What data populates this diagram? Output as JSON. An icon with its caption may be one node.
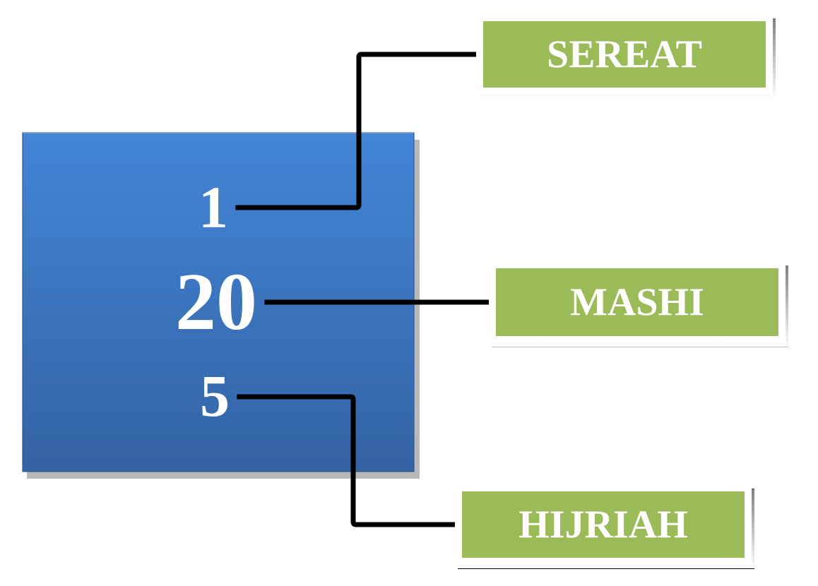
{
  "diagram": {
    "nodes": [
      {
        "text": [],
        "shape": "box"
      },
      {
        "text": [
          "1"
        ],
        "in": 0
      },
      {
        "text": [
          "20"
        ],
        "in": 0
      },
      {
        "text": [
          "5"
        ],
        "in": 0
      },
      {
        "text": [
          "SEREAT"
        ]
      },
      {
        "text": [
          "MASHI"
        ]
      },
      {
        "text": [
          "HIJRIAH"
        ]
      }
    ],
    "edges": [
      {
        "from": 1,
        "to": 4,
        "arrow": "none"
      },
      {
        "from": 2,
        "to": 5,
        "arrow": "none"
      },
      {
        "from": 3,
        "to": 6,
        "arrow": "none"
      }
    ]
  }
}
